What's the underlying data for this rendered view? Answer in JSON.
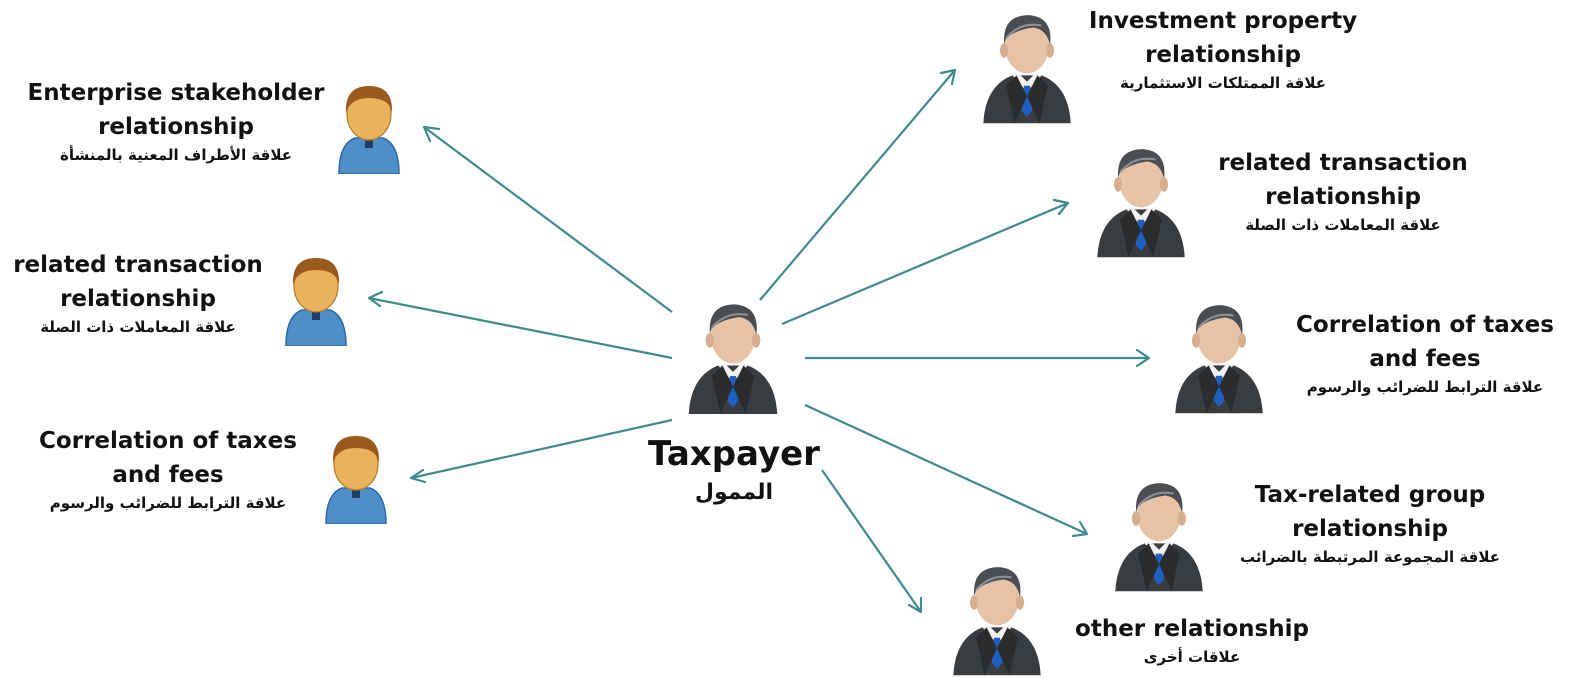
{
  "center": {
    "title_en": "Taxpayer",
    "title_ar": "الممول",
    "icon": "businessman-icon"
  },
  "left_nodes": [
    {
      "title_en": "Enterprise stakeholder relationship",
      "title_ar": "علاقة الأطراف المعنية بالمنشأة",
      "icon": "user-icon"
    },
    {
      "title_en": "related transaction relationship",
      "title_ar": "علاقة المعاملات ذات الصلة",
      "icon": "user-icon"
    },
    {
      "title_en": "Correlation of taxes and fees",
      "title_ar": "علاقة الترابط للضرائب والرسوم",
      "icon": "user-icon"
    }
  ],
  "right_nodes": [
    {
      "title_en": "Investment property relationship",
      "title_ar": "علاقة الممتلكات الاستثمارية",
      "icon": "businessman-icon"
    },
    {
      "title_en": "related transaction relationship",
      "title_ar": "علاقة المعاملات ذات الصلة",
      "icon": "businessman-icon"
    },
    {
      "title_en": "Correlation of taxes and fees",
      "title_ar": "علاقة الترابط للضرائب والرسوم",
      "icon": "businessman-icon"
    },
    {
      "title_en": "Tax-related group relationship",
      "title_ar": "علاقة المجموعة المرتبطة بالضرائب",
      "icon": "businessman-icon"
    },
    {
      "title_en": "other relationship",
      "title_ar": "علاقات أخرى",
      "icon": "businessman-icon"
    }
  ],
  "colors": {
    "arrow": "#3f8a8e",
    "user_shirt": "#4f8fc9",
    "user_hair": "#9a5a1e",
    "user_skin": "#e9b25c",
    "suit": "#3a3d40",
    "tie": "#1f5fbf"
  }
}
